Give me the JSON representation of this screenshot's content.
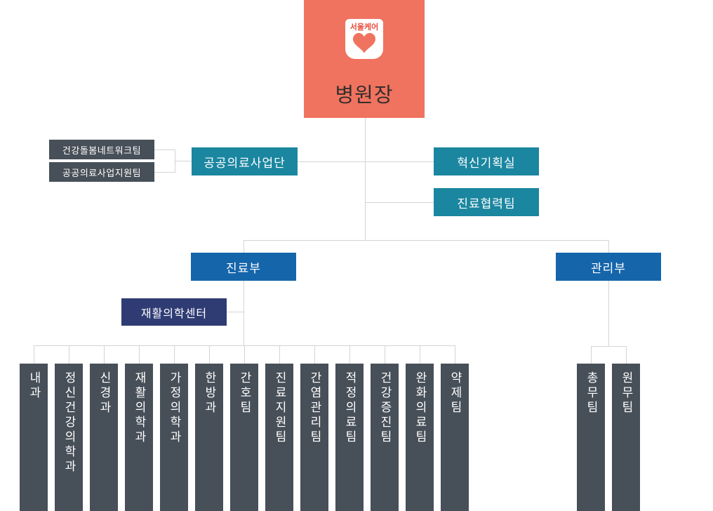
{
  "root": {
    "label": "병원장",
    "logo_text": "서울케어",
    "logo_icon": "heart-icon"
  },
  "org": {
    "public_medical_division": {
      "label": "공공의료사업단",
      "teams": [
        "건강돌봄네트워크팀",
        "공공의료사업지원팀"
      ]
    },
    "direct_offices": [
      "혁신기획실",
      "진료협력팀"
    ],
    "medical_department": {
      "label": "진료부",
      "center": "재활의학센터",
      "units": [
        "내과",
        "정신건강의학과",
        "신경과",
        "재활의학과",
        "가정의학과",
        "한방과",
        "간호팀",
        "진료지원팀",
        "간염관리팀",
        "적정의료팀",
        "건강증진팀",
        "완화의료팀",
        "약제팀"
      ]
    },
    "admin_department": {
      "label": "관리부",
      "units": [
        "총무팀",
        "원무팀"
      ]
    }
  },
  "colors": {
    "root_bg": "#f0735f",
    "logo_red": "#e94b3b",
    "teal": "#1b86a0",
    "blue": "#1565ab",
    "navy": "#2f3c74",
    "slate": "#474f58",
    "line": "#d4d4d4"
  }
}
